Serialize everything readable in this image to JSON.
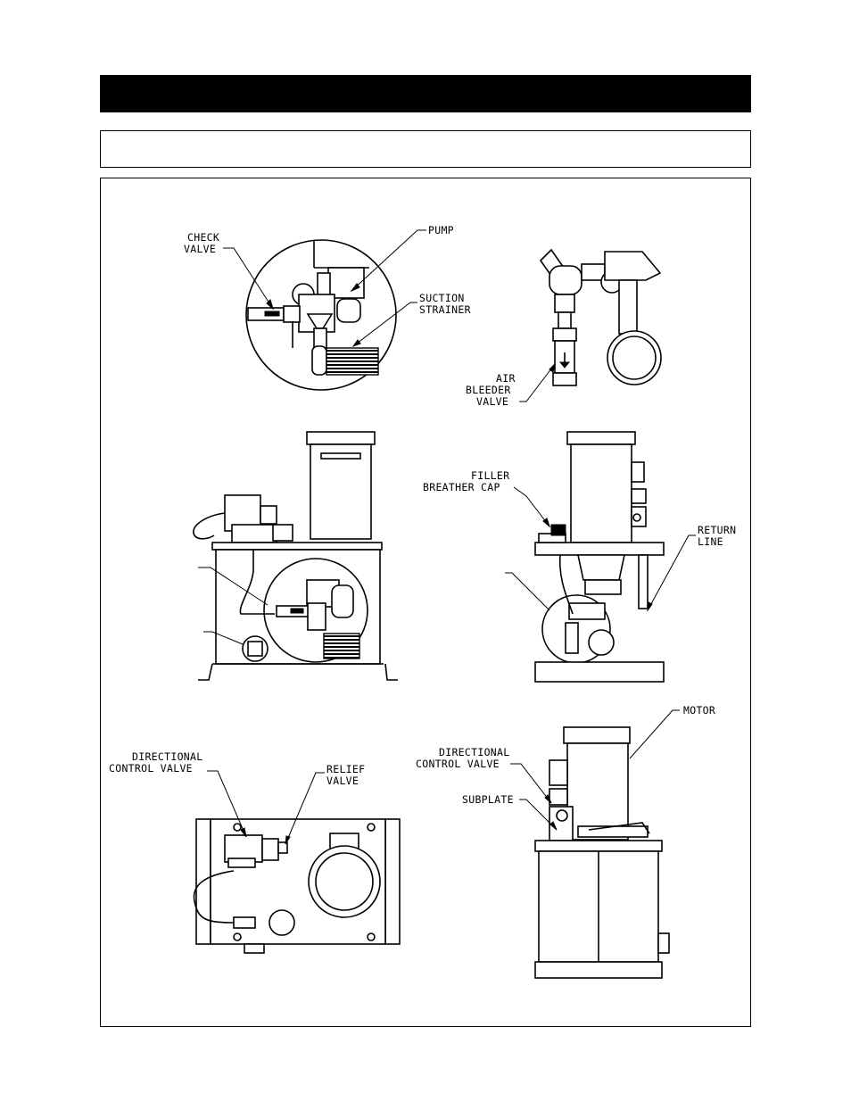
{
  "labels": {
    "check_valve_1": "CHECK",
    "check_valve_2": "VALVE",
    "pump": "PUMP",
    "suction_strainer_1": "SUCTION",
    "suction_strainer_2": "STRAINER",
    "air_bleeder_1": "AIR",
    "air_bleeder_2": "BLEEDER",
    "air_bleeder_3": "VALVE",
    "filler_breather_1": "FILLER",
    "filler_breather_2": "BREATHER CAP",
    "return_line_1": "RETURN",
    "return_line_2": "LINE",
    "directional_left_1": "DIRECTIONAL",
    "directional_left_2": "CONTROL VALVE",
    "relief_valve_1": "RELIEF",
    "relief_valve_2": "VALVE",
    "motor": "MOTOR",
    "directional_right_1": "DIRECTIONAL",
    "directional_right_2": "CONTROL VALVE",
    "subplate": "SUBPLATE"
  },
  "colors": {
    "ink": "#000000",
    "paper": "#ffffff"
  }
}
